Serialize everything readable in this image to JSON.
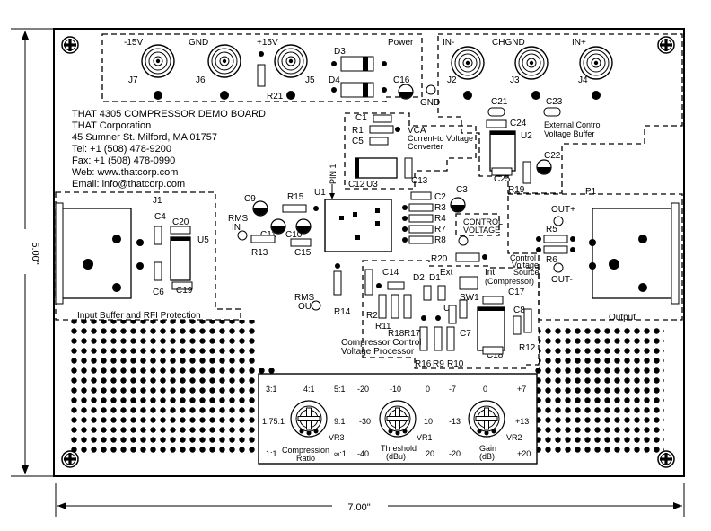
{
  "dimensions": {
    "width_label": "7.00\"",
    "height_label": "5.00\""
  },
  "board": {
    "title": "THAT 4305 COMPRESSOR DEMO BOARD",
    "company": "THAT Corporation",
    "address": "45 Sumner St. Milford, MA 01757",
    "tel": "Tel: +1 (508) 478-9200",
    "fax": "Fax: +1 (508) 478-0990",
    "web": "Web: www.thatcorp.com",
    "email": "Email: info@thatcorp.com"
  },
  "sections": {
    "power": "Power",
    "input_buffer": "Input Buffer and RFI Protection",
    "output": "Output",
    "vca_line1": "VCA",
    "vca_line2": "Current-to Voltage",
    "vca_line3": "Converter",
    "control_voltage_line1": "CONTROL",
    "control_voltage_line2": "VOLTAGE",
    "ext_ctrl_line1": "External Control",
    "ext_ctrl_line2": "Voltage Buffer",
    "comp_ctrl_line1": "Compressor Control",
    "comp_ctrl_line2": "Voltage Processor",
    "cv_source_line1": "Control",
    "cv_source_line2": "Voltage",
    "cv_source_line3": "Source",
    "int_label": "Int",
    "compressor_label": "(Compressor)",
    "ext_label": "Ext"
  },
  "connectors": {
    "j7_voltage": "-15V",
    "j6_label": "GND",
    "j5_voltage": "+15V",
    "j7": "J7",
    "j6": "J6",
    "j5": "J5",
    "in_minus": "IN-",
    "chgnd": "CHGND",
    "in_plus": "IN+",
    "j2": "J2",
    "j3": "J3",
    "j4": "J4",
    "j1": "J1",
    "p1": "P1",
    "out_plus": "OUT+",
    "out_minus": "OUT-",
    "gnd": "GND",
    "rms_in_1": "RMS",
    "rms_in_2": "IN",
    "rms_out_1": "RMS",
    "rms_out_2": "OUT",
    "pin1": "PIN 1"
  },
  "parts": {
    "d3": "D3",
    "d4": "D4",
    "c16": "C16",
    "r21": "R21",
    "c21": "C21",
    "c23": "C23",
    "c24": "C24",
    "u2": "U2",
    "c25": "C25",
    "c22": "C22",
    "r19": "R19",
    "c1": "C1",
    "r1": "R1",
    "c5": "C5",
    "c12": "C12",
    "u3": "U3",
    "c13": "C13",
    "c2": "C2",
    "c3": "C3",
    "r3": "R3",
    "r4": "R4",
    "r7": "R7",
    "r8": "R8",
    "c9": "C9",
    "r15": "R15",
    "u1": "U1",
    "c11": "C11",
    "c10": "C10",
    "r13": "R13",
    "c15": "C15",
    "c4": "C4",
    "c20": "C20",
    "u5": "U5",
    "c6": "C6",
    "c19": "C19",
    "r5": "R5",
    "r6": "R6",
    "r20": "R20",
    "r14": "R14",
    "c14": "C14",
    "r2": "R2",
    "r11": "R11",
    "r18": "R18",
    "r17": "R17",
    "d2": "D2",
    "d1": "D1",
    "sw1": "SW1",
    "u4": "U4",
    "c17": "C17",
    "c8": "C8",
    "c7": "C7",
    "r12": "R12",
    "c18": "C18",
    "r16": "R16",
    "r9": "R9",
    "r10": "R10"
  },
  "knobs": [
    {
      "ref": "VR3",
      "name_line1": "Compression",
      "name_line2": "Ratio",
      "labels": [
        "3:1",
        "4:1",
        "5:1",
        "1.75:1",
        "9:1",
        "1:1",
        "∞:1"
      ]
    },
    {
      "ref": "VR1",
      "name_line1": "Threshold",
      "name_line2": "(dBu)",
      "labels": [
        "-20",
        "-10",
        "0",
        "-30",
        "10",
        "-40",
        "20"
      ]
    },
    {
      "ref": "VR2",
      "name_line1": "Gain",
      "name_line2": "(dB)",
      "labels": [
        "-7",
        "0",
        "+7",
        "-13",
        "+13",
        "-20",
        "+20"
      ]
    }
  ]
}
